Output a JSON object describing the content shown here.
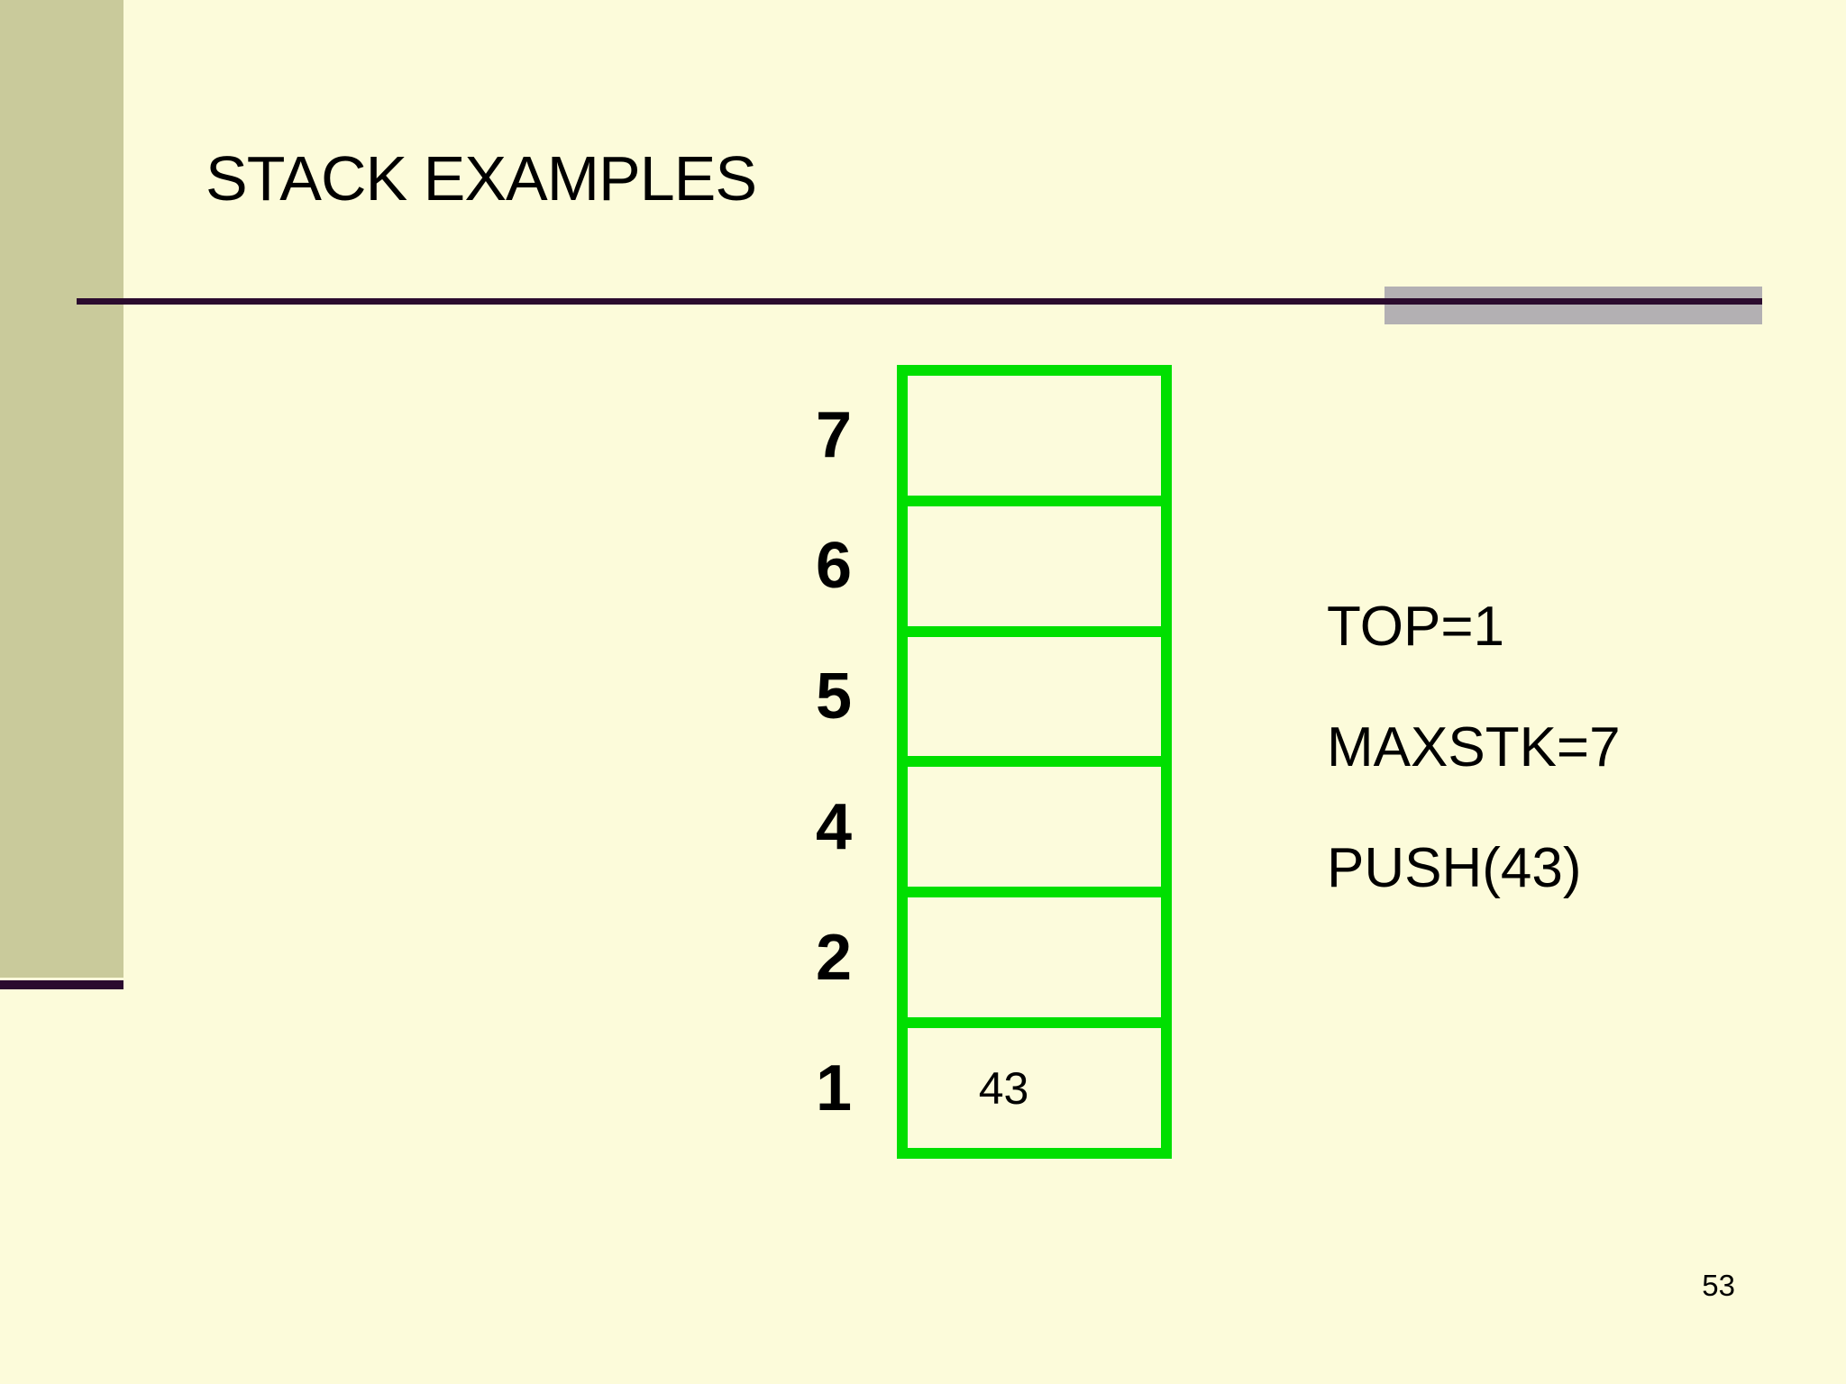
{
  "slide": {
    "title": "STACK EXAMPLES",
    "page_number": "53",
    "background_color": "#FCFBDA",
    "accent_bar_color": "#C9CA9B",
    "rule_color": "#2B0B2E",
    "gray_bar_color": "#B3B0B3"
  },
  "stack": {
    "border_color": "#00DF00",
    "cell_fill_color": "#FCFBDC",
    "max_size": 7,
    "cells": [
      {
        "label": "7",
        "value": ""
      },
      {
        "label": "6",
        "value": ""
      },
      {
        "label": "5",
        "value": ""
      },
      {
        "label": "4",
        "value": ""
      },
      {
        "label": "2",
        "value": ""
      },
      {
        "label": "1",
        "value": "43"
      }
    ]
  },
  "annotations": {
    "lines": [
      "TOP=1",
      "MAXSTK=7",
      "PUSH(43)"
    ]
  }
}
